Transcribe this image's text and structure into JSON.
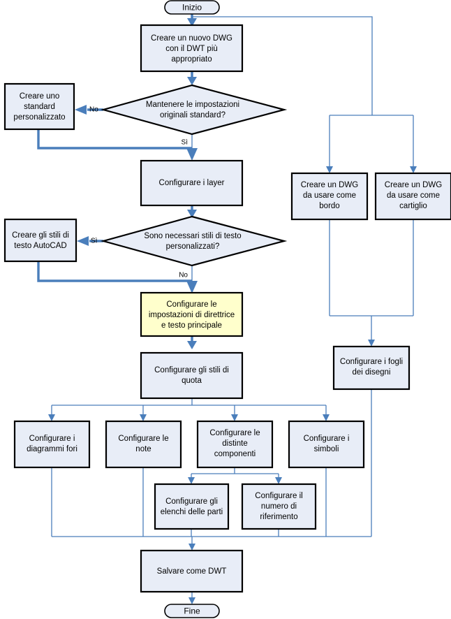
{
  "diagram": {
    "title": "Flusso di lavoro configurazione DWT AutoCAD",
    "colors": {
      "node_fill": "#e8edf7",
      "node_highlight_fill": "#ffffcc",
      "node_stroke": "#000000",
      "edge": "#4a7ebb",
      "background": "#ffffff"
    },
    "terminators": {
      "start": "Inizio",
      "end": "Fine"
    },
    "nodes": [
      {
        "id": "start",
        "type": "terminator",
        "label": "Inizio"
      },
      {
        "id": "new_dwg",
        "type": "process",
        "label": "Creare un nuovo DWG con il DWT più appropriato",
        "lines": [
          "Creare un nuovo DWG",
          "con il DWT più",
          "appropriato"
        ]
      },
      {
        "id": "keep_std",
        "type": "decision",
        "label": "Mantenere le impostazioni originali standard?",
        "lines": [
          "Mantenere le impostazioni",
          "originali standard?"
        ]
      },
      {
        "id": "custom_std",
        "type": "process",
        "label": "Creare uno standard personalizzato",
        "lines": [
          "Creare uno",
          "standard",
          "personalizzato"
        ]
      },
      {
        "id": "config_layers",
        "type": "process",
        "label": "Configurare i layer",
        "lines": [
          "Configurare i layer"
        ]
      },
      {
        "id": "need_text_styles",
        "type": "decision",
        "label": "Sono necessari stili di testo personalizzati?",
        "lines": [
          "Sono necessari stili di testo",
          "personalizzati?"
        ]
      },
      {
        "id": "create_text_styles",
        "type": "process",
        "label": "Creare gli stili di testo AutoCAD",
        "lines": [
          "Creare gli stili di",
          "testo AutoCAD"
        ]
      },
      {
        "id": "leader_text",
        "type": "process",
        "highlight": true,
        "label": "Configurare le impostazioni di direttrice e testo principale",
        "lines": [
          "Configurare le",
          "impostazioni di direttrice",
          "e testo principale"
        ]
      },
      {
        "id": "dim_styles",
        "type": "process",
        "label": "Configurare gli stili di quota",
        "lines": [
          "Configurare gli stili di",
          "quota"
        ]
      },
      {
        "id": "hole_charts",
        "type": "process",
        "label": "Configurare i diagrammi fori",
        "lines": [
          "Configurare i",
          "diagrammi fori"
        ]
      },
      {
        "id": "notes",
        "type": "process",
        "label": "Configurare le note",
        "lines": [
          "Configurare le",
          "note"
        ]
      },
      {
        "id": "bom",
        "type": "process",
        "label": "Configurare le distinte componenti",
        "lines": [
          "Configurare le",
          "distinte",
          "componenti"
        ]
      },
      {
        "id": "symbols",
        "type": "process",
        "label": "Configurare i simboli",
        "lines": [
          "Configurare i",
          "simboli"
        ]
      },
      {
        "id": "parts_lists",
        "type": "process",
        "label": "Configurare gli elenchi delle parti",
        "lines": [
          "Configurare gli",
          "elenchi delle parti"
        ]
      },
      {
        "id": "balloon",
        "type": "process",
        "label": "Configurare il numero di riferimento",
        "lines": [
          "Configurare il",
          "numero di",
          "riferimento"
        ]
      },
      {
        "id": "border_dwg",
        "type": "process",
        "label": "Creare un DWG da usare come bordo",
        "lines": [
          "Creare un DWG",
          "da usare come",
          "bordo"
        ]
      },
      {
        "id": "titleblock_dwg",
        "type": "process",
        "label": "Creare un DWG da usare come cartiglio",
        "lines": [
          "Creare un DWG",
          "da usare come",
          "cartiglio"
        ]
      },
      {
        "id": "sheets",
        "type": "process",
        "label": "Configurare i fogli dei disegni",
        "lines": [
          "Configurare i fogli",
          "dei disegni"
        ]
      },
      {
        "id": "save_dwt",
        "type": "process",
        "label": "Salvare come DWT",
        "lines": [
          "Salvare come DWT"
        ]
      },
      {
        "id": "end",
        "type": "terminator",
        "label": "Fine"
      }
    ],
    "edge_labels": {
      "keep_std_no": "No",
      "keep_std_yes": "Sì",
      "text_styles_yes": "Sì",
      "text_styles_no": "No"
    }
  }
}
